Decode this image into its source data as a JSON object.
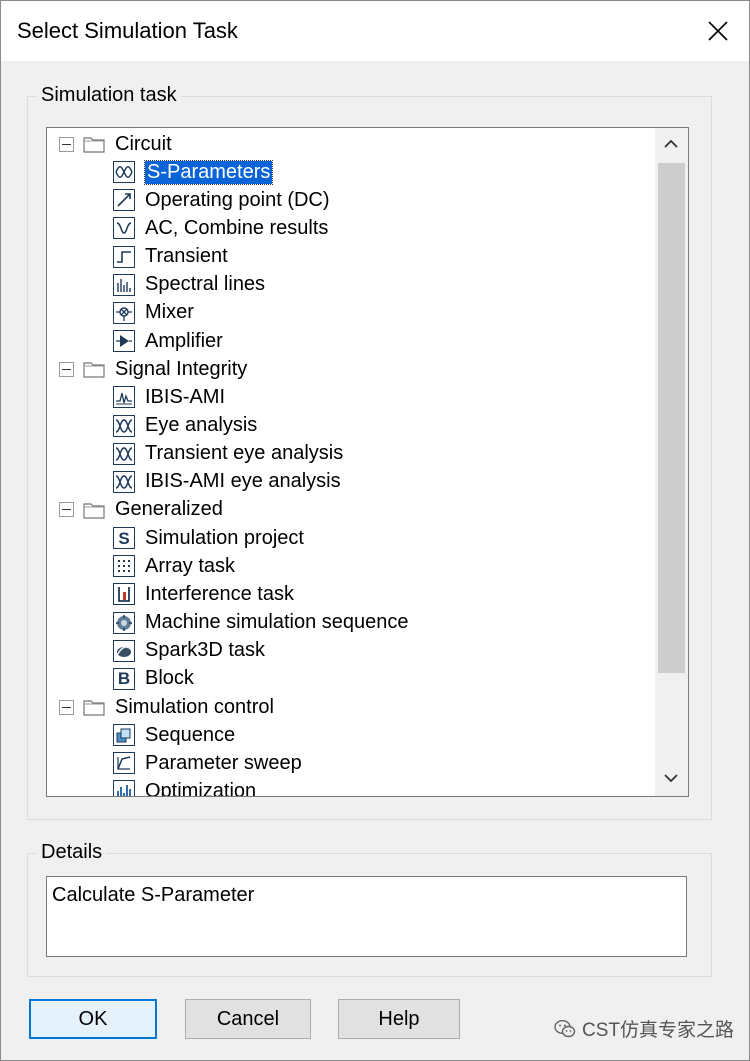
{
  "window": {
    "title": "Select Simulation Task",
    "close_label": "Close"
  },
  "simulation_task": {
    "group_label": "Simulation task",
    "tree": [
      {
        "type": "folder",
        "label": "Circuit",
        "icon": "folder-icon"
      },
      {
        "type": "item",
        "label": "S-Parameters",
        "icon": "sparam-icon",
        "selected": true
      },
      {
        "type": "item",
        "label": "Operating point (DC)",
        "icon": "dc-icon"
      },
      {
        "type": "item",
        "label": "AC, Combine results",
        "icon": "ac-icon"
      },
      {
        "type": "item",
        "label": "Transient",
        "icon": "transient-icon"
      },
      {
        "type": "item",
        "label": "Spectral lines",
        "icon": "spectral-icon"
      },
      {
        "type": "item",
        "label": "Mixer",
        "icon": "mixer-icon"
      },
      {
        "type": "item",
        "label": "Amplifier",
        "icon": "amplifier-icon"
      },
      {
        "type": "folder",
        "label": "Signal Integrity",
        "icon": "folder-icon"
      },
      {
        "type": "item",
        "label": "IBIS-AMI",
        "icon": "ibis-icon"
      },
      {
        "type": "item",
        "label": "Eye analysis",
        "icon": "eye-icon"
      },
      {
        "type": "item",
        "label": "Transient eye analysis",
        "icon": "eye-icon"
      },
      {
        "type": "item",
        "label": "IBIS-AMI eye analysis",
        "icon": "eye-icon"
      },
      {
        "type": "folder",
        "label": "Generalized",
        "icon": "folder-icon"
      },
      {
        "type": "item",
        "label": "Simulation project",
        "icon": "s-letter-icon"
      },
      {
        "type": "item",
        "label": "Array task",
        "icon": "array-icon"
      },
      {
        "type": "item",
        "label": "Interference task",
        "icon": "interference-icon"
      },
      {
        "type": "item",
        "label": "Machine simulation sequence",
        "icon": "machine-icon"
      },
      {
        "type": "item",
        "label": "Spark3D task",
        "icon": "spark3d-icon"
      },
      {
        "type": "item",
        "label": "Block",
        "icon": "b-letter-icon"
      },
      {
        "type": "folder",
        "label": "Simulation control",
        "icon": "folder-icon"
      },
      {
        "type": "item",
        "label": "Sequence",
        "icon": "sequence-icon"
      },
      {
        "type": "item",
        "label": "Parameter sweep",
        "icon": "sweep-icon"
      },
      {
        "type": "item",
        "label": "Optimization",
        "icon": "optimization-icon"
      }
    ]
  },
  "details": {
    "group_label": "Details",
    "text": "Calculate S-Parameter"
  },
  "buttons": {
    "ok": "OK",
    "cancel": "Cancel",
    "help": "Help"
  },
  "watermark": {
    "text": "CST仿真专家之路",
    "icon": "wechat-icon"
  },
  "colors": {
    "selection": "#0a64d8",
    "default_button_border": "#0078d7",
    "icon_stroke": "#1e3a5a"
  }
}
